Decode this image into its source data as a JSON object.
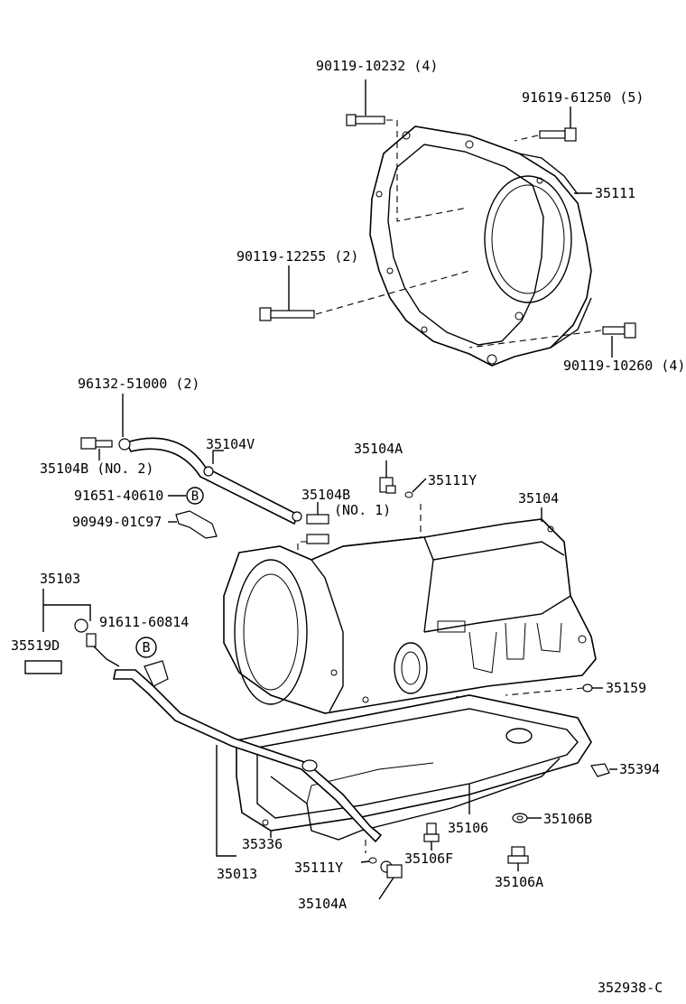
{
  "labels": {
    "bolt_top": "90119-10232 (4)",
    "bolt_top_right": "91619-61250 (5)",
    "housing": "35111",
    "bolt_mid_left": "90119-12255 (2)",
    "bolt_mid_right": "90119-10260 (4)",
    "gasket_hose": "96132-51000 (2)",
    "hose": "35104V",
    "union_no2": "35104B (NO. 2)",
    "clamp_b": "91651-40610",
    "clamp_bracket": "90949-01C97",
    "plug_a_top": "35104A",
    "ring_top": "35111Y",
    "union_no1_a": "35104B",
    "union_no1_b": "(NO. 1)",
    "transmission": "35104",
    "gauge_assy": "35103",
    "gauge_bolt": "91611-60814",
    "gauge_label": "35519D",
    "seal": "35159",
    "clip": "35394",
    "pan": "35106",
    "gasket_b": "35106B",
    "oring_tube": "35336",
    "guide_tube": "35013",
    "ring_bottom": "35111Y",
    "bolt_f": "35106F",
    "plug_drain": "35106A",
    "plug_a_bottom": "35104A",
    "figure_code": "352938-C"
  },
  "callout_b": "B"
}
